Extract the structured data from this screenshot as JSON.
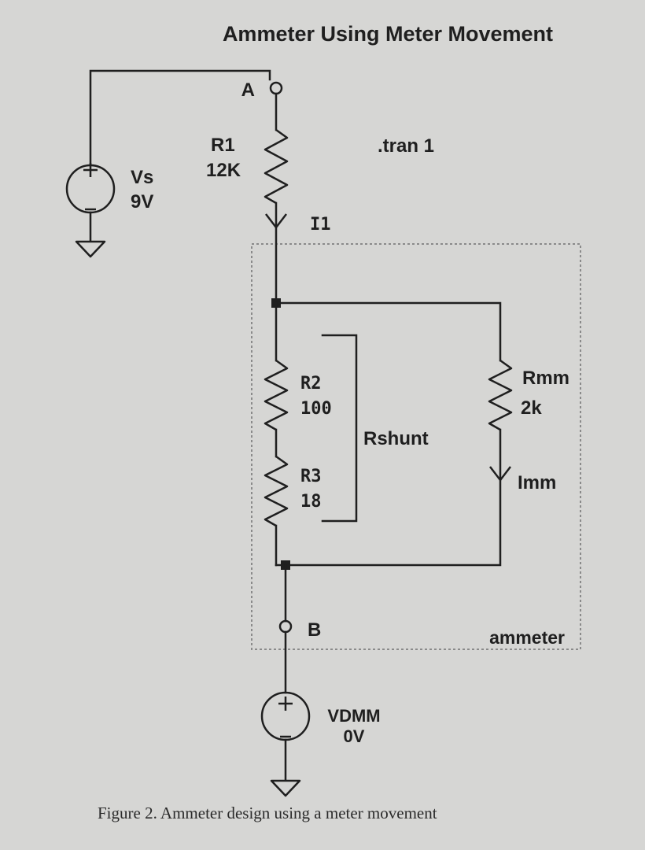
{
  "title": "Ammeter Using Meter Movement",
  "directive": ".tran 1",
  "nodes": {
    "a": "A",
    "b": "B"
  },
  "components": {
    "vs": {
      "name": "Vs",
      "value": "9V"
    },
    "r1": {
      "name": "R1",
      "value": "12K"
    },
    "i1": {
      "name": "I1"
    },
    "r2": {
      "name": "R2",
      "value": "100"
    },
    "r3": {
      "name": "R3",
      "value": "18"
    },
    "rshunt": {
      "name": "Rshunt"
    },
    "rmm": {
      "name": "Rmm",
      "value": "2k"
    },
    "imm": {
      "name": "Imm"
    },
    "vdmm": {
      "name": "VDMM",
      "value": "0V"
    }
  },
  "subcircuit_label": "ammeter",
  "caption": "Figure 2. Ammeter design using a meter movement"
}
